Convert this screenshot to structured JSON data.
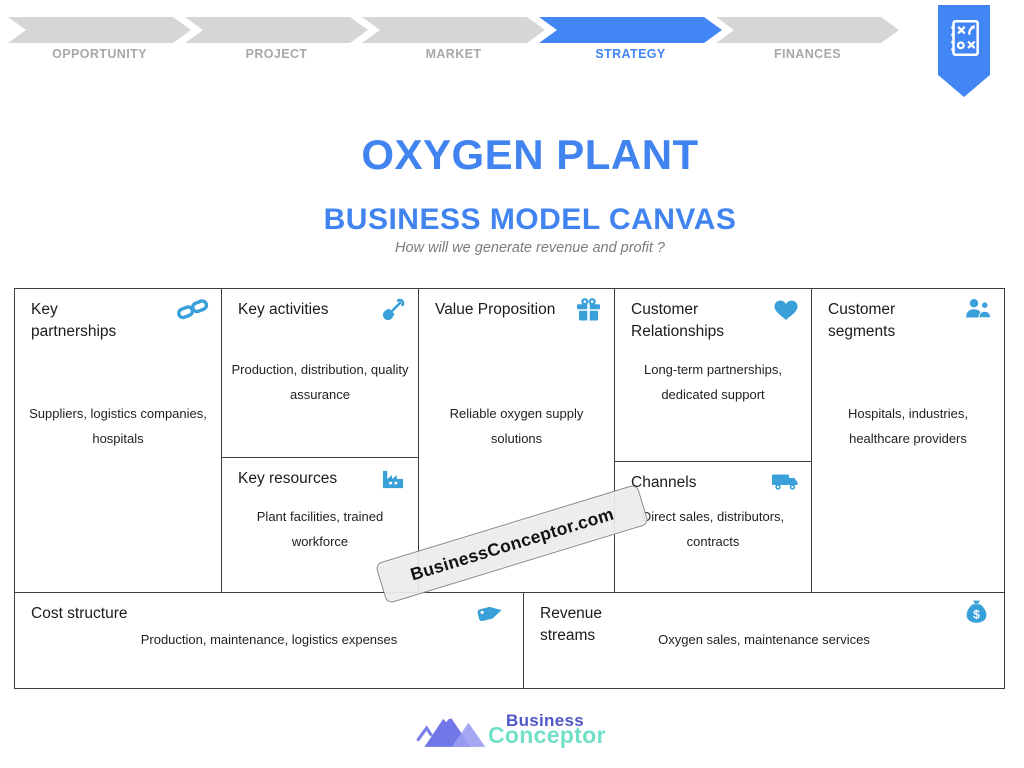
{
  "stepper": {
    "steps": [
      {
        "label": "OPPORTUNITY",
        "active": false
      },
      {
        "label": "PROJECT",
        "active": false
      },
      {
        "label": "MARKET",
        "active": false
      },
      {
        "label": "STRATEGY",
        "active": true
      },
      {
        "label": "FINANCES",
        "active": false
      }
    ]
  },
  "bookmark": {
    "icon": "strategy-tactics-icon"
  },
  "header": {
    "title": "OXYGEN PLANT",
    "subtitle": "BUSINESS MODEL CANVAS",
    "question": "How will we generate revenue and profit ?"
  },
  "canvas": {
    "cells": [
      {
        "id": "key-partnerships",
        "title": "Key partnerships",
        "icon": "link-icon",
        "body": [
          "Suppliers, logistics companies,",
          "hospitals"
        ]
      },
      {
        "id": "key-activities",
        "title": "Key activities",
        "icon": "shovel-icon",
        "body": [
          "Production, distribution, quality",
          "assurance"
        ]
      },
      {
        "id": "key-resources",
        "title": "Key resources",
        "icon": "factory-icon",
        "body": [
          "Plant facilities, trained",
          "workforce"
        ]
      },
      {
        "id": "value-proposition",
        "title": "Value Proposition",
        "icon": "gift-icon",
        "body": [
          "Reliable oxygen supply",
          "solutions"
        ]
      },
      {
        "id": "customer-relationships",
        "title": "Customer Relationships",
        "icon": "heart-icon",
        "body": [
          "Long-term partnerships,",
          "dedicated support"
        ]
      },
      {
        "id": "channels",
        "title": "Channels",
        "icon": "truck-icon",
        "body": [
          "Direct sales, distributors,",
          "contracts"
        ]
      },
      {
        "id": "customer-segments",
        "title": "Customer segments",
        "icon": "people-icon",
        "body": [
          "Hospitals, industries,",
          "healthcare providers"
        ]
      },
      {
        "id": "cost-structure",
        "title": "Cost structure",
        "icon": "tag-icon",
        "body": [
          "Production, maintenance, logistics expenses"
        ]
      },
      {
        "id": "revenue-streams",
        "title": "Revenue streams",
        "icon": "moneybag-icon",
        "body": [
          "Oxygen sales, maintenance services"
        ]
      }
    ]
  },
  "watermark": {
    "text": "BusinessConceptor.com"
  },
  "footer_logo": {
    "line1": "Business",
    "line2": "Conceptor"
  },
  "colors": {
    "accent_blue": "#4285f4",
    "title_blue": "#4184f0",
    "icon_blue": "#39a0d9",
    "inactive_gray": "#d6d6d6",
    "label_gray": "#a8a8a8",
    "logo_indigo": "#5156c8",
    "logo_mint": "#72dfc8"
  }
}
